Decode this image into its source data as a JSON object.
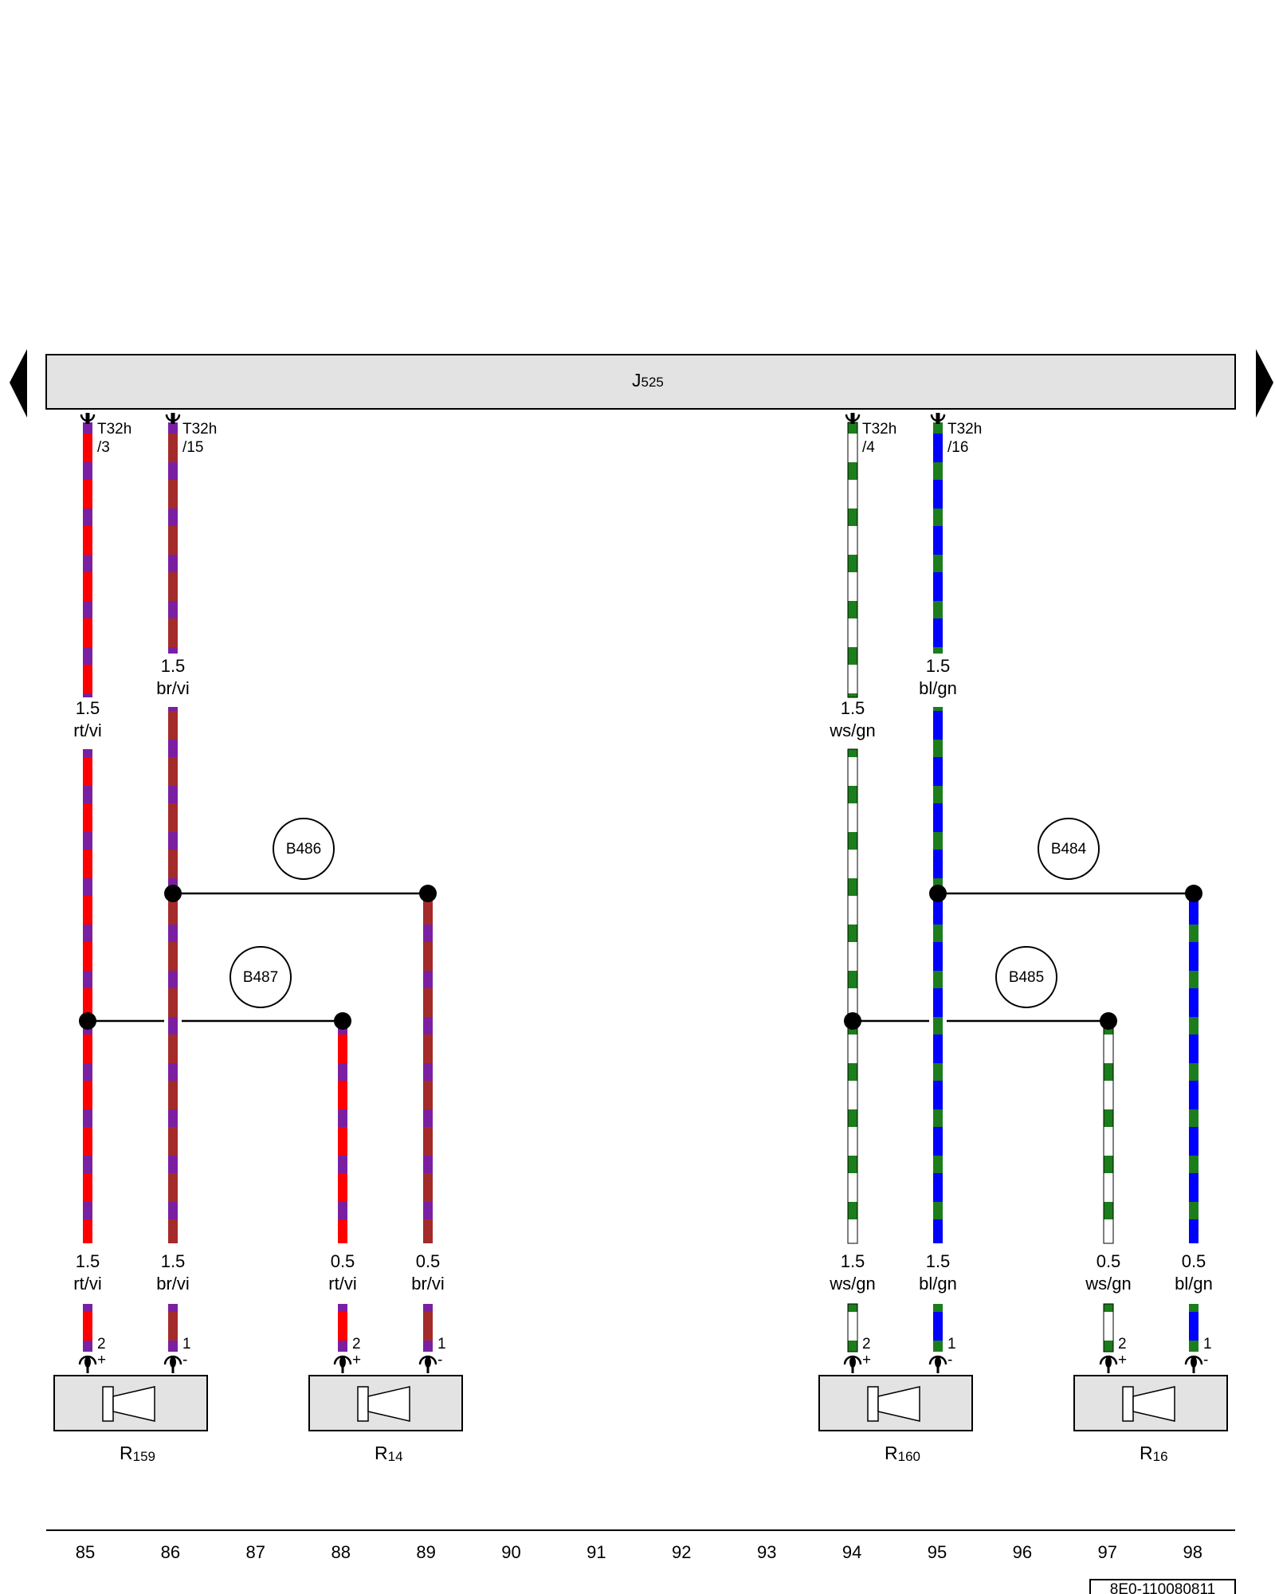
{
  "diagram_id": "8E0-110080811",
  "control_unit": {
    "name": "J",
    "sub": "525"
  },
  "nav": {
    "left_arrow_icon": "triangle-left-icon",
    "right_arrow_icon": "triangle-right-icon"
  },
  "colors": {
    "rt": "#ff0000",
    "vi": "#7b1fa2",
    "br": "#a52a2a",
    "ws": "#ffffff",
    "gn": "#1b7d1b",
    "bl": "#0000ff",
    "box": "#e3e3e3",
    "line": "#000000"
  },
  "top_pins": [
    {
      "id": "rtvi_main",
      "conn": "T32h",
      "pin": "/3"
    },
    {
      "id": "brvi_main",
      "conn": "T32h",
      "pin": "/15"
    },
    {
      "id": "wsgn_main",
      "conn": "T32h",
      "pin": "/4"
    },
    {
      "id": "blgn_main",
      "conn": "T32h",
      "pin": "/16"
    }
  ],
  "wire_labels": [
    {
      "id": "l1",
      "size": "1.5",
      "color": "rt/vi"
    },
    {
      "id": "l2",
      "size": "1.5",
      "color": "br/vi"
    },
    {
      "id": "l3",
      "size": "1.5",
      "color": "ws/gn"
    },
    {
      "id": "l4",
      "size": "1.5",
      "color": "bl/gn"
    },
    {
      "id": "l5",
      "size": "1.5",
      "color": "rt/vi"
    },
    {
      "id": "l6",
      "size": "1.5",
      "color": "br/vi"
    },
    {
      "id": "l7",
      "size": "0.5",
      "color": "rt/vi"
    },
    {
      "id": "l8",
      "size": "0.5",
      "color": "br/vi"
    },
    {
      "id": "l9",
      "size": "1.5",
      "color": "ws/gn"
    },
    {
      "id": "l10",
      "size": "1.5",
      "color": "bl/gn"
    },
    {
      "id": "l11",
      "size": "0.5",
      "color": "ws/gn"
    },
    {
      "id": "l12",
      "size": "0.5",
      "color": "bl/gn"
    }
  ],
  "splices": [
    "B486",
    "B487",
    "B484",
    "B485"
  ],
  "speakers": [
    {
      "name": "R",
      "sub": "159",
      "pins": [
        {
          "num": "2",
          "pol": "+"
        },
        {
          "num": "1",
          "pol": "-"
        }
      ]
    },
    {
      "name": "R",
      "sub": "14",
      "pins": [
        {
          "num": "2",
          "pol": "+"
        },
        {
          "num": "1",
          "pol": "-"
        }
      ]
    },
    {
      "name": "R",
      "sub": "160",
      "pins": [
        {
          "num": "2",
          "pol": "+"
        },
        {
          "num": "1",
          "pol": "-"
        }
      ]
    },
    {
      "name": "R",
      "sub": "16",
      "pins": [
        {
          "num": "2",
          "pol": "+"
        },
        {
          "num": "1",
          "pol": "-"
        }
      ]
    }
  ],
  "ruler": [
    "85",
    "86",
    "87",
    "88",
    "89",
    "90",
    "91",
    "92",
    "93",
    "94",
    "95",
    "96",
    "97",
    "98"
  ]
}
